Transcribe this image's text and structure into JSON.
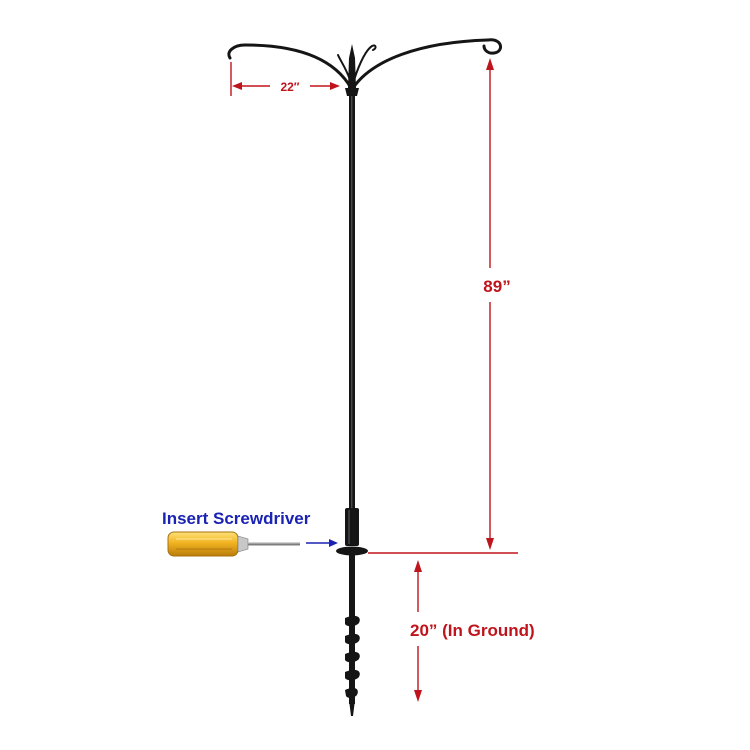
{
  "labels": {
    "hook_span": "22″",
    "pole_height": "89”",
    "ground_depth": "20” (In Ground)",
    "screwdriver_instruction": "Insert Screwdriver"
  },
  "colors": {
    "dimension": "#c0141c",
    "callout": "#1a23b4",
    "pole": "#151515",
    "screwdriver_handle": "#f2b321"
  },
  "icons": {
    "hook": "shepherd-hook-icon",
    "tool": "screwdriver-icon"
  }
}
